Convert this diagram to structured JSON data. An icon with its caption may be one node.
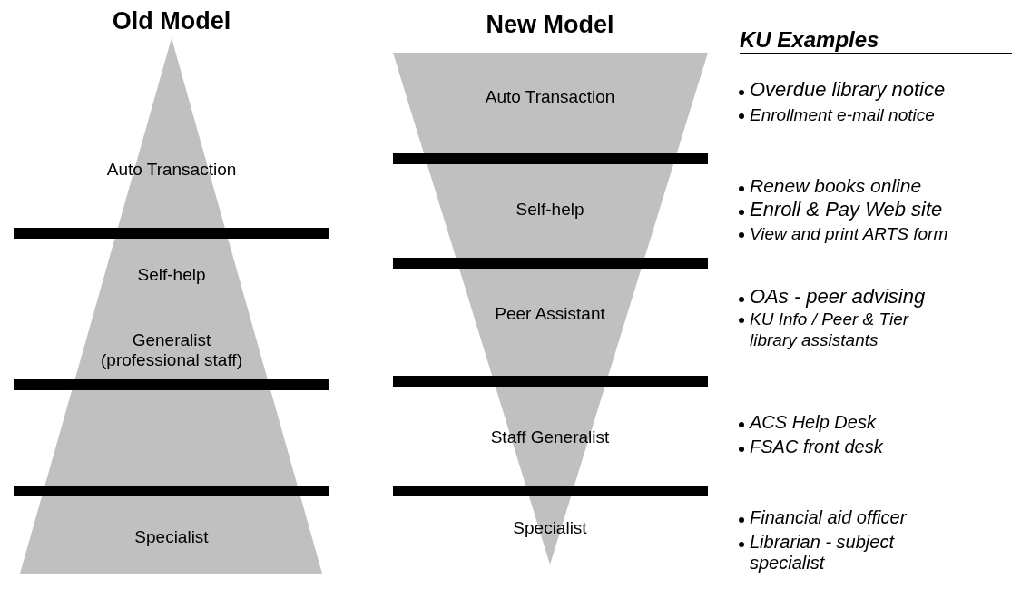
{
  "diagram": {
    "nodes": [
      {
        "text": [
          "Old Model"
        ]
      },
      {
        "text": [
          "Auto Transaction"
        ],
        "in": 0
      },
      {
        "text": [
          "Self-help"
        ],
        "in": 0
      },
      {
        "text": [
          "Generalist (professional staff)"
        ],
        "in": 0
      },
      {
        "text": [
          "Specialist"
        ],
        "in": 0
      },
      {
        "text": [
          "New Model"
        ]
      },
      {
        "text": [
          "Auto Transaction"
        ],
        "in": 5
      },
      {
        "text": [
          "Self-help"
        ],
        "in": 5
      },
      {
        "text": [
          "Peer Assistant"
        ],
        "in": 5
      },
      {
        "text": [
          "Staff Generalist"
        ],
        "in": 5
      },
      {
        "text": [
          "Specialist"
        ],
        "in": 5
      }
    ],
    "edges": [],
    "labels": [
      "KU Examples",
      "Overdue library notice",
      "Enrollment e-mail notice",
      "Renew books online",
      "Enroll & Pay Web site",
      "View and print ARTS form",
      "OAs - peer advising",
      "KU Info / Peer & Tier library assistants",
      "ACS Help Desk",
      "FSAC front desk",
      "Financial aid officer",
      "Librarian - subject specialist"
    ]
  }
}
